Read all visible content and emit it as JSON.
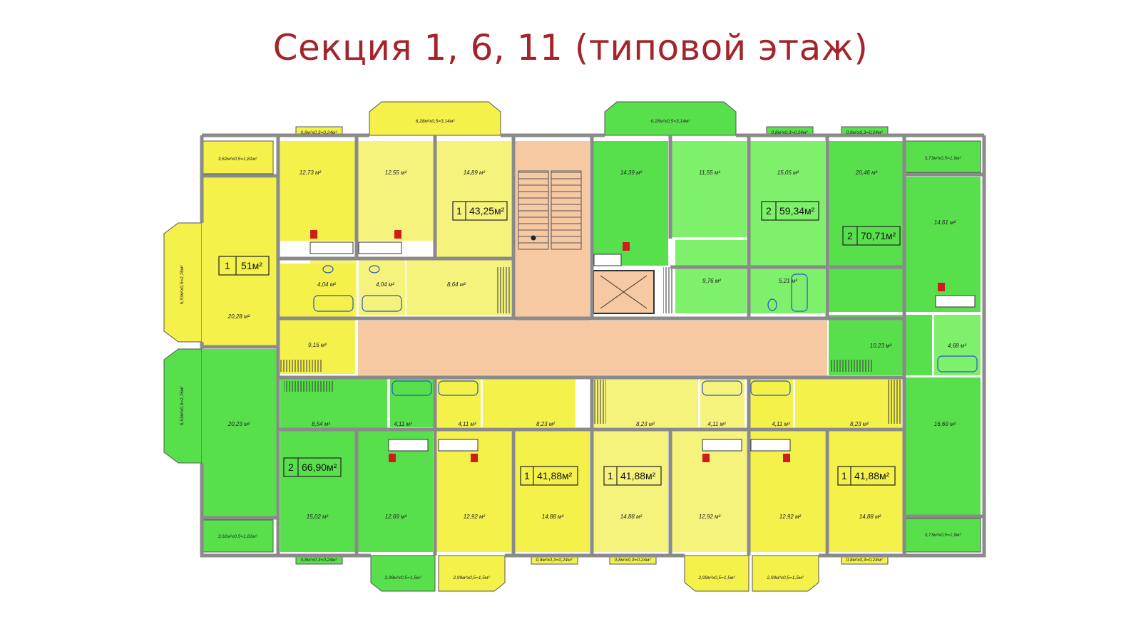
{
  "title": "Секция 1, 6, 11 (типовой этаж)",
  "colors": {
    "title": "#a3252b",
    "yellow": "#f4f14b",
    "light_yellow": "#f6f37c",
    "green": "#58e04c",
    "light_green": "#7ef06b",
    "corridor": "#f7c9a3",
    "wall": "#8a8a8a"
  },
  "apartments": [
    {
      "rooms": "1",
      "area": "51м²"
    },
    {
      "rooms": "1",
      "area": "43,25м²"
    },
    {
      "rooms": "2",
      "area": "59,34м²"
    },
    {
      "rooms": "2",
      "area": "70,71м²"
    },
    {
      "rooms": "2",
      "area": "66,90м²"
    },
    {
      "rooms": "1",
      "area": "41,88м²"
    },
    {
      "rooms": "1",
      "area": "41,88м²"
    },
    {
      "rooms": "1",
      "area": "41,88м²"
    }
  ],
  "room_areas": {
    "r12_73": "12,73 м²",
    "r12_55": "12,55 м²",
    "r14_89": "14,89 м²",
    "r20_28": "20,28 м²",
    "r4_04a": "4,04 м²",
    "r4_04b": "4,04 м²",
    "r8_64": "8,64 м²",
    "r9_15": "9,15 м²",
    "r14_39": "14,39 м²",
    "r11_55": "11,55 м²",
    "r15_05": "15,05 м²",
    "r20_46": "20,46 м²",
    "r14_61": "14,61 м²",
    "r9_76": "9,76 м²",
    "r5_21": "5,21 м²",
    "r10_23": "10,23 м²",
    "r4_68": "4,68 м²",
    "r16_69": "16,69 м²",
    "r20_23": "20,23 м²",
    "r8_54": "8,54 м²",
    "r15_02": "15,02 м²",
    "r12_69": "12,69 м²",
    "r4_11a": "4,11 м²",
    "r4_11b": "4,11 м²",
    "r12_92a": "12,92 м²",
    "r8_23a": "8,23 м²",
    "r14_88a": "14,88 м²",
    "r8_23b": "8,23 м²",
    "r14_88b": "14,88 м²",
    "r4_11c": "4,11 м²",
    "r4_11d": "4,11 м²",
    "r12_92b": "12,92 м²",
    "r12_92c": "12,92 м²",
    "r8_23c": "8,23 м²",
    "r14_88c": "14,88 м²"
  },
  "balcony_labels": {
    "top_left": "3,62м²х0,5=1,81м²",
    "left_upper": "5,53м²х0,5=2,76м²",
    "left_lower": "5,53м²х0,5=2,76м²",
    "bottom_left": "3,62м²х0,5=1,81м²",
    "top_right": "3,73м²х0,5=1,9м²",
    "bottom_right": "3,73м²х0,5=1,9м²",
    "bay_top_left": "6,28м²х0,5=3,14м²",
    "bay_top_right": "6,28м²х0,5=3,14м²",
    "bay_bottom_1": "2,99м²х0,5=1,5м²",
    "bay_bottom_2": "2,99м²х0,5=1,5м²",
    "bay_bottom_3": "2,99м²х0,5=1,5м²",
    "bay_bottom_4": "2,99м²х0,5=1,5м²",
    "fb_top_1": "0,8м²х0,3=0,24м²",
    "fb_top_2": "0,8м²х0,3=0,24м²",
    "fb_top_3": "0,8м²х0,3=0,24м²",
    "fb_bot_1": "0,8м²х0,3=0,24м²",
    "fb_bot_2": "0,8м²х0,3=0,24м²",
    "fb_bot_3": "0,8м²х0,3=0,24м²",
    "fb_bot_4": "0,8м²х0,3=0,24м²"
  }
}
